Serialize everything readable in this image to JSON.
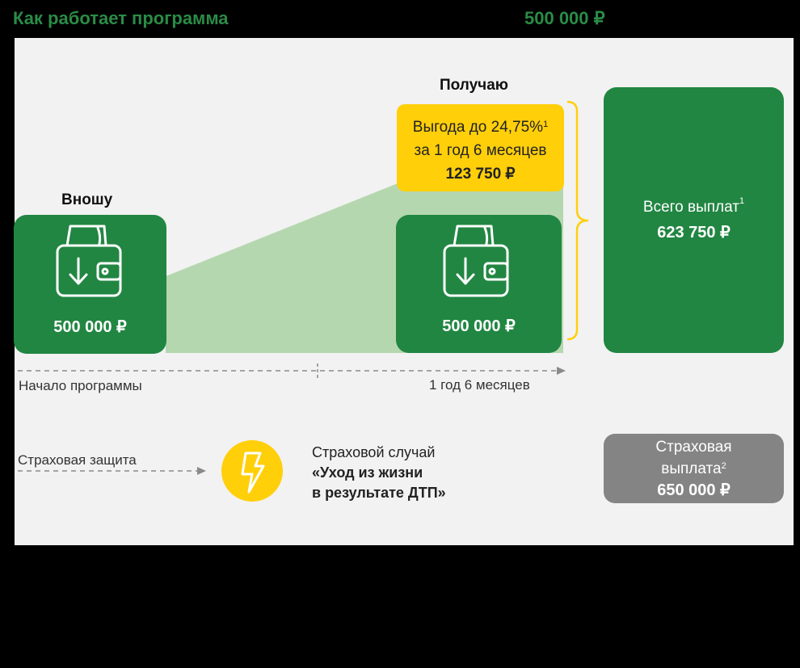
{
  "header": {
    "title": "Как работает программа",
    "amount": "500 000 ₽"
  },
  "left": {
    "label": "Вношу",
    "amount": "500 000 ₽"
  },
  "right": {
    "label": "Получаю",
    "benefit_line1": "Выгода до 24,75%",
    "benefit_sup": "1",
    "benefit_line2": "за 1 год 6 месяцев",
    "benefit_amount": "123 750 ₽",
    "amount": "500 000 ₽"
  },
  "total": {
    "label": "Всего выплат",
    "sup": "1",
    "amount": "623 750 ₽"
  },
  "timeline": {
    "start": "Начало программы",
    "end": "1 год 6 месяцев"
  },
  "insurance": {
    "label": "Страховая защита",
    "event_title": "Страховой случай",
    "event_line1": "«Уход из жизни",
    "event_line2": "в результате ДТП»",
    "payout_line1": "Страховая",
    "payout_line2": "выплата",
    "payout_sup": "2",
    "payout_amount": "650 000 ₽"
  },
  "icons": [
    "wallet-icon",
    "arrow-down-icon",
    "lightning-icon",
    "bracket-icon"
  ],
  "colors": {
    "brand_green": "#218642",
    "accent_yellow": "#ffcf0a",
    "area_green": "#b5d7af",
    "gray": "#848484"
  }
}
